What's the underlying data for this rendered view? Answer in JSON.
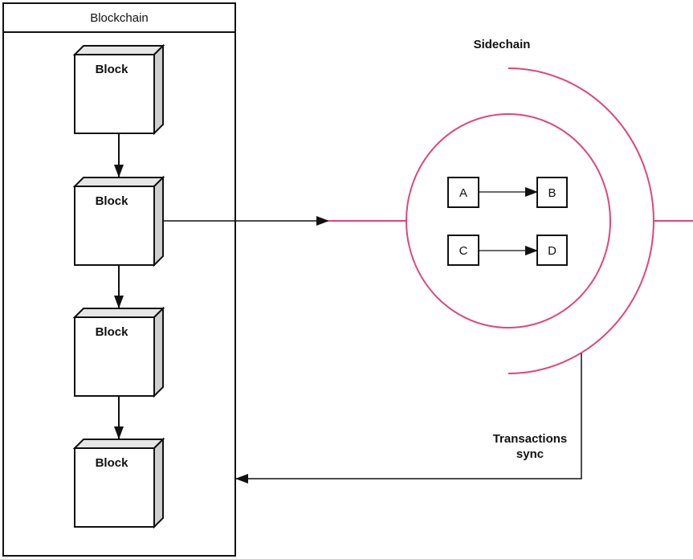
{
  "blockchain": {
    "title": "Blockchain",
    "blocks": [
      {
        "label": "Block"
      },
      {
        "label": "Block"
      },
      {
        "label": "Block"
      },
      {
        "label": "Block"
      }
    ]
  },
  "sidechain": {
    "title": "Sidechain",
    "nodes": [
      {
        "label": "A"
      },
      {
        "label": "B"
      },
      {
        "label": "C"
      },
      {
        "label": "D"
      }
    ],
    "edges": [
      {
        "from": "A",
        "to": "B"
      },
      {
        "from": "C",
        "to": "D"
      }
    ]
  },
  "connections": {
    "sync_label_line1": "Transactions",
    "sync_label_line2": "sync"
  },
  "colors": {
    "sidechain_accent": "#e0457b",
    "stroke": "#111111",
    "block_top": "#e6e6e6",
    "block_side": "#cfcfcf"
  }
}
